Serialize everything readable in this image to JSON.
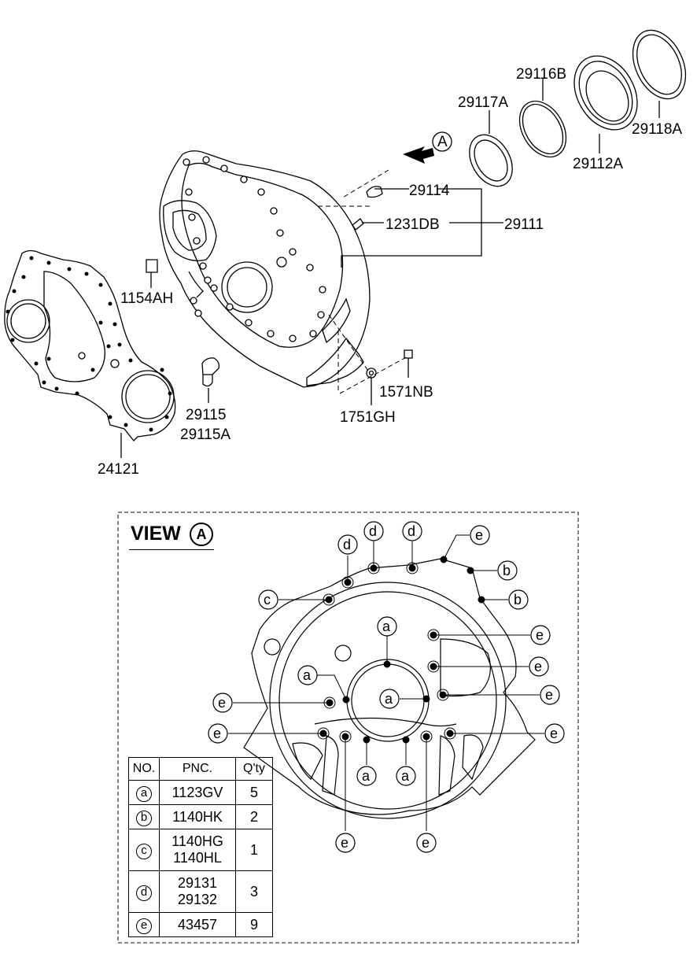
{
  "parts": {
    "p29116B": "29116B",
    "p29117A": "29117A",
    "p29118A": "29118A",
    "p29112A": "29112A",
    "p29114": "29114",
    "p1231DB": "1231DB",
    "p29111": "29111",
    "p1154AH": "1154AH",
    "p1571NB": "1571NB",
    "p1751GH": "1751GH",
    "p29115": "29115",
    "p29115A": "29115A",
    "p24121": "24121"
  },
  "view": {
    "title": "VIEW",
    "marker": "A",
    "arrow_marker": "A",
    "callouts": {
      "a": "a",
      "b": "b",
      "c": "c",
      "d": "d",
      "e": "e"
    }
  },
  "table": {
    "headers": [
      "NO.",
      "PNC.",
      "Q'ty"
    ],
    "rows": [
      {
        "no": "a",
        "pnc1": "1123GV",
        "pnc2": "",
        "qty": "5"
      },
      {
        "no": "b",
        "pnc1": "1140HK",
        "pnc2": "",
        "qty": "2"
      },
      {
        "no": "c",
        "pnc1": "1140HG",
        "pnc2": "1140HL",
        "qty": "1"
      },
      {
        "no": "d",
        "pnc1": "29131",
        "pnc2": "29132",
        "qty": "3"
      },
      {
        "no": "e",
        "pnc1": "43457",
        "pnc2": "",
        "qty": "9"
      }
    ]
  }
}
